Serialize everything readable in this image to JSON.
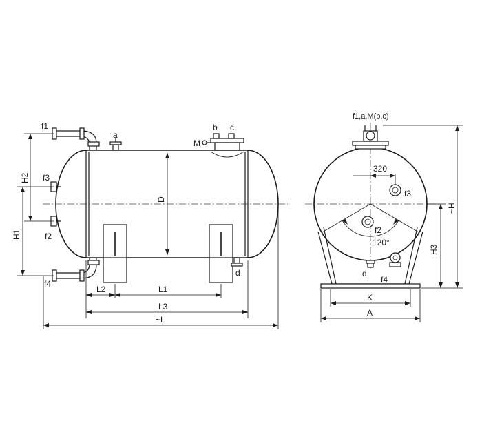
{
  "side_view": {
    "labels": {
      "f1": "f1",
      "f2": "f2",
      "f3": "f3",
      "f4": "f4",
      "a": "a",
      "b": "b",
      "c": "c",
      "d": "d",
      "M": "M",
      "D": "D",
      "H1": "H1",
      "H2": "H2",
      "L1": "L1",
      "L2": "L2",
      "L3": "L3",
      "L": "~L"
    }
  },
  "end_view": {
    "labels": {
      "top_nozzles": "f1,a,M(b,c)",
      "dim_320": "320",
      "f2": "f2",
      "f3": "f3",
      "f4": "f4",
      "d": "d",
      "angle": "120°",
      "H3": "H3",
      "H": "~H",
      "K": "K",
      "A": "A"
    }
  }
}
